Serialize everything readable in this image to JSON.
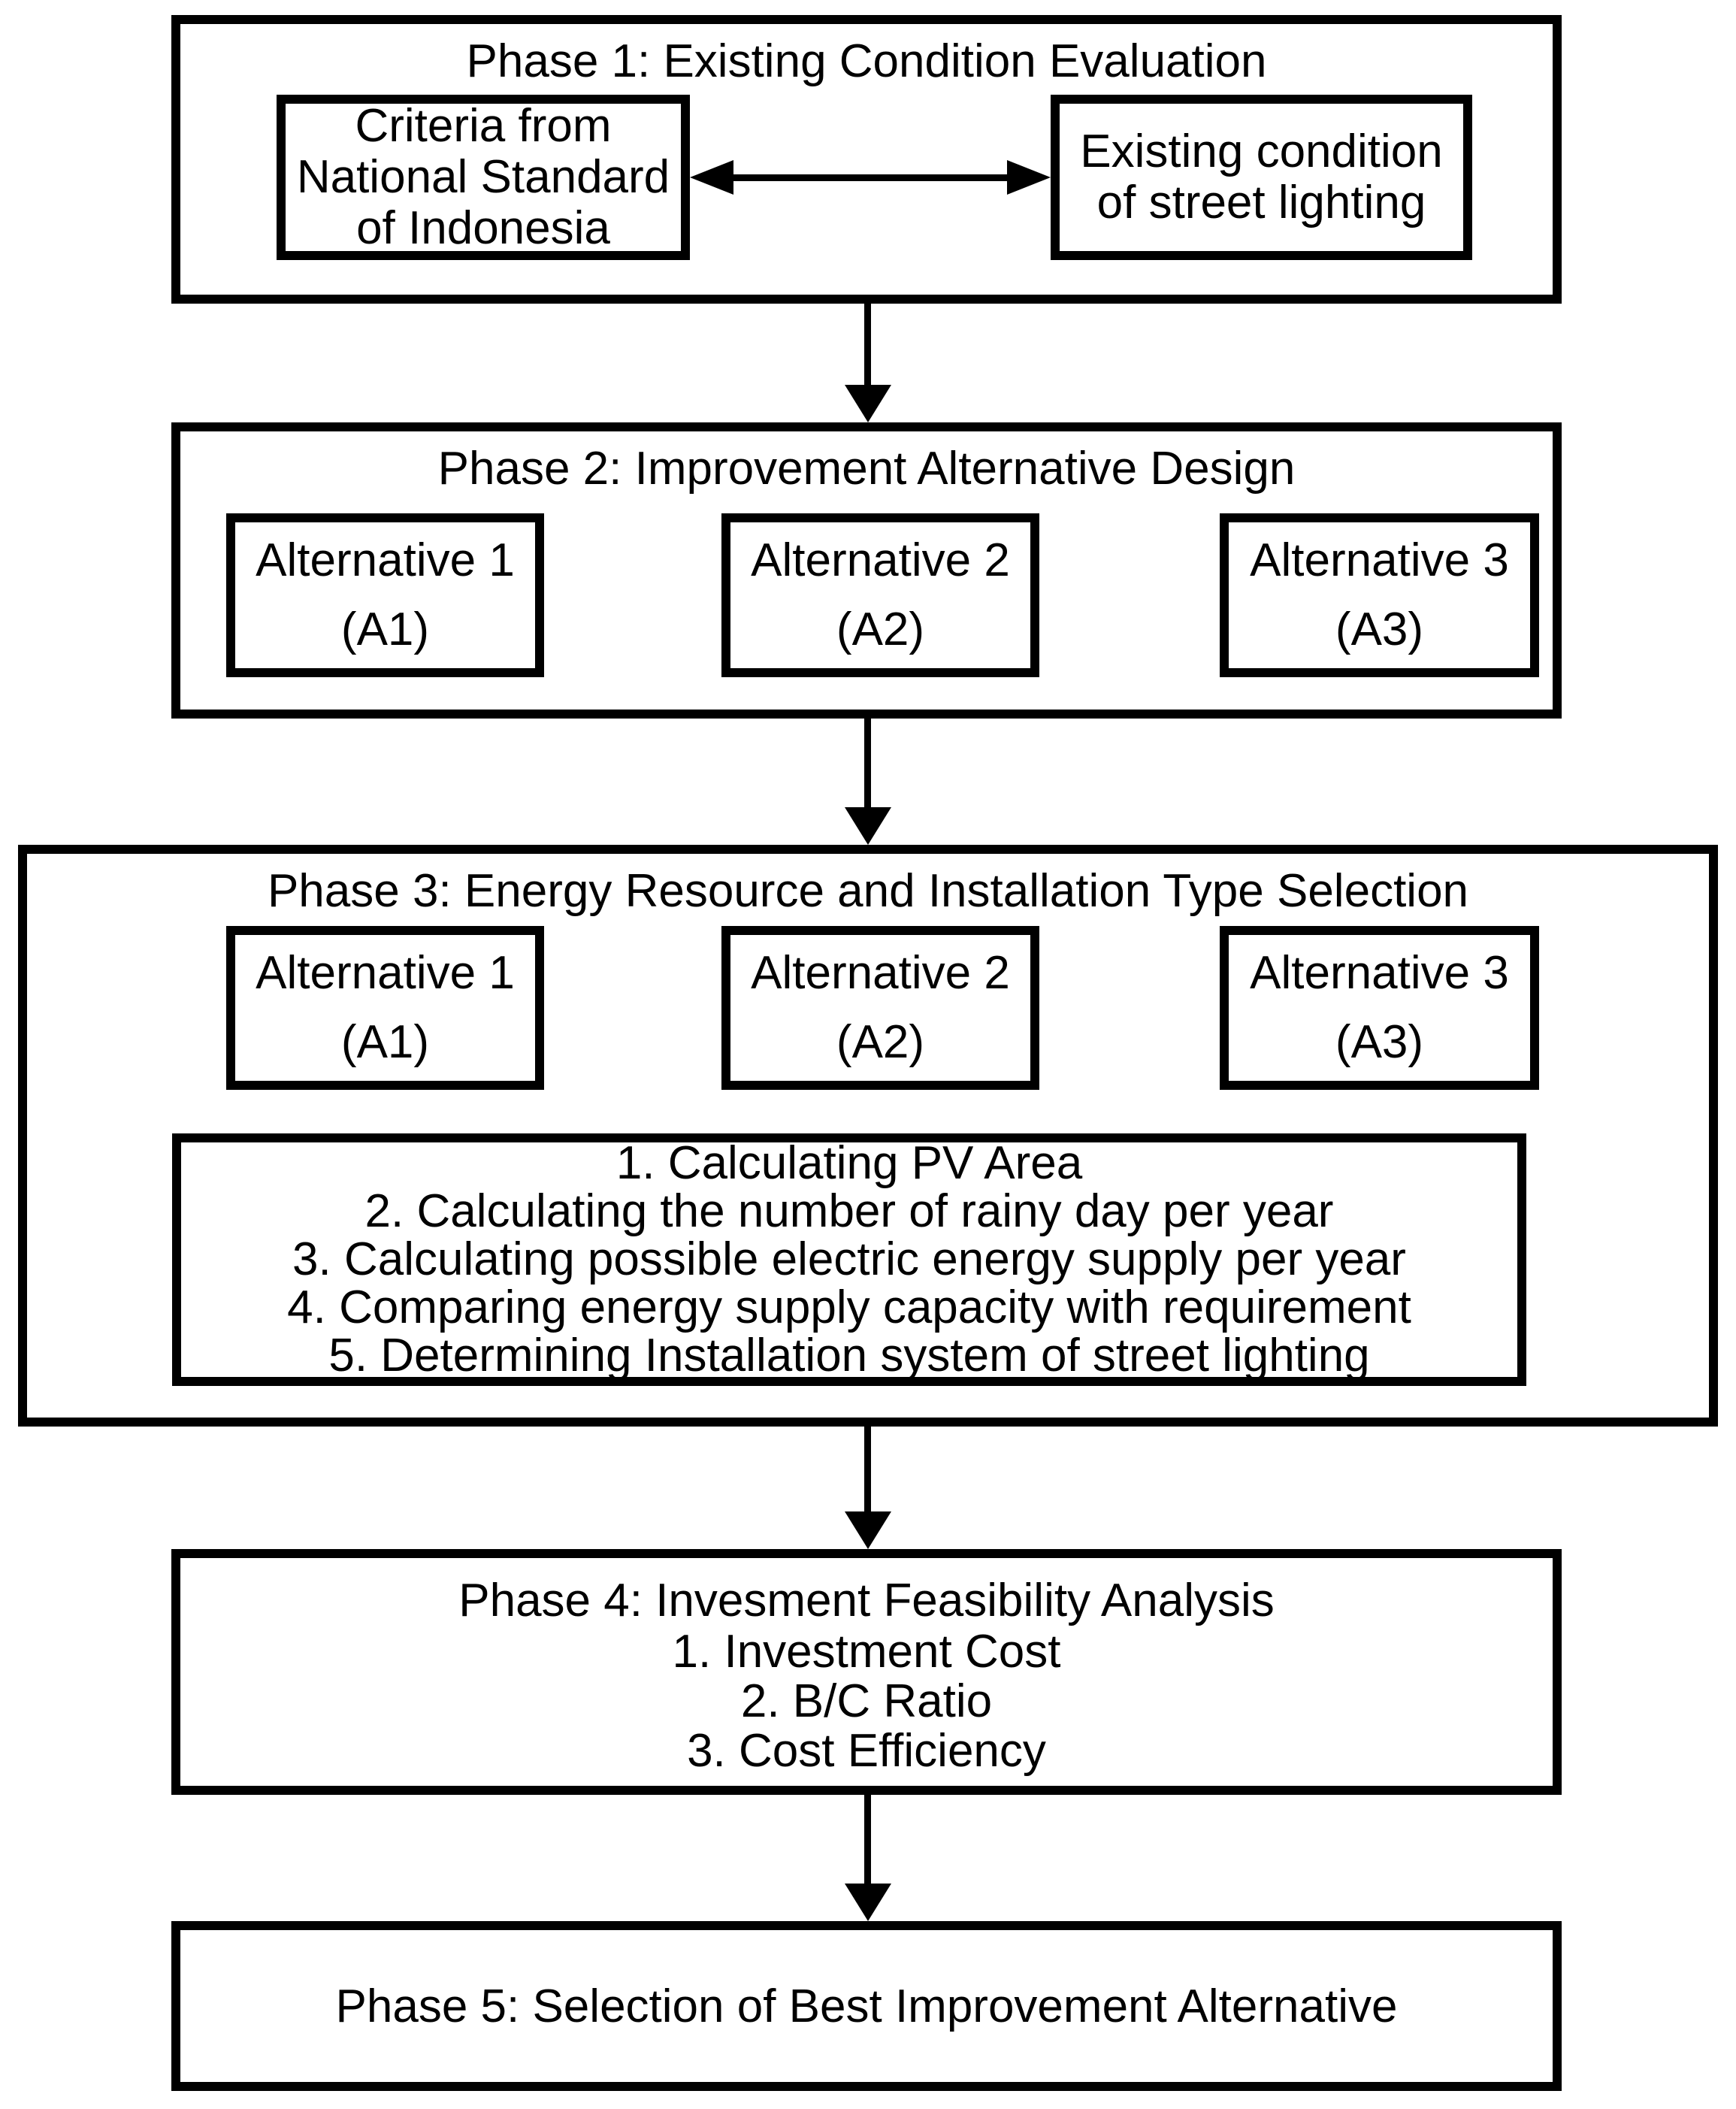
{
  "colors": {
    "stroke": "#000000",
    "background": "#ffffff"
  },
  "phase1": {
    "title": "Phase 1: Existing Condition Evaluation",
    "left_box": {
      "lines": [
        "Criteria from",
        "National Standard",
        "of Indonesia"
      ]
    },
    "right_box": {
      "lines": [
        "Existing condition",
        "of street lighting"
      ]
    }
  },
  "phase2": {
    "title": "Phase 2: Improvement Alternative Design",
    "alternatives": [
      {
        "name": "Alternative 1",
        "code": "(A1)"
      },
      {
        "name": "Alternative 2",
        "code": "(A2)"
      },
      {
        "name": "Alternative 3",
        "code": "(A3)"
      }
    ]
  },
  "phase3": {
    "title": "Phase 3: Energy Resource and Installation Type Selection",
    "alternatives": [
      {
        "name": "Alternative 1",
        "code": "(A1)"
      },
      {
        "name": "Alternative 2",
        "code": "(A2)"
      },
      {
        "name": "Alternative 3",
        "code": "(A3)"
      }
    ],
    "steps": [
      "1. Calculating PV Area",
      "2. Calculating the number of rainy day per year",
      "3. Calculating possible electric energy supply per year",
      "4. Comparing energy supply capacity with requirement",
      "5. Determining Installation system of street lighting"
    ]
  },
  "phase4": {
    "title": "Phase 4: Invesment Feasibility Analysis",
    "items": [
      "1. Investment Cost",
      "2. B/C Ratio",
      "3. Cost Efficiency"
    ]
  },
  "phase5": {
    "title": "Phase 5: Selection of Best Improvement Alternative"
  }
}
